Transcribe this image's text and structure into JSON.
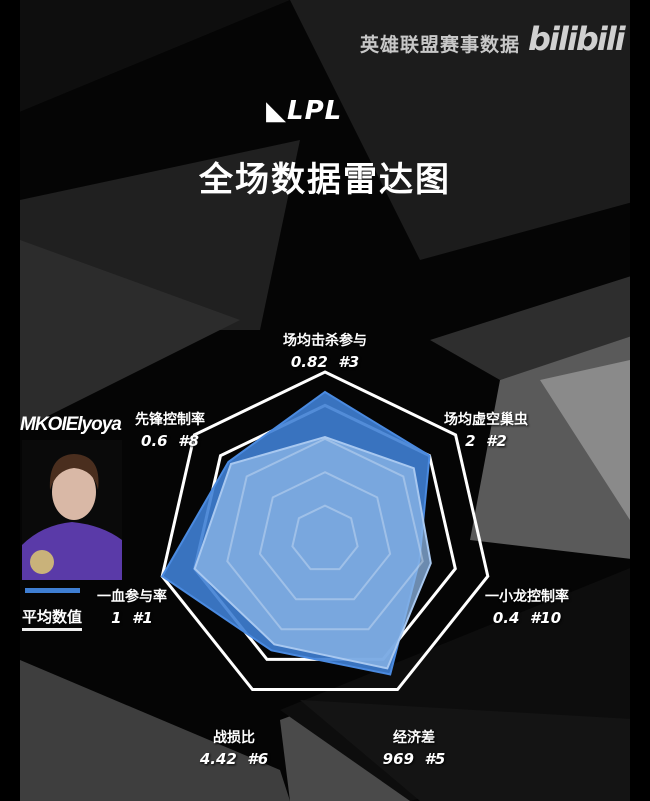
{
  "header": {
    "source": "英雄联盟赛事数据",
    "brand": "bilibili"
  },
  "logo": "LPL",
  "title": "全场数据雷达图",
  "player": {
    "name": "MKOIElyoya"
  },
  "legend": {
    "average_label": "平均数值"
  },
  "colors": {
    "player": "#3f7fd4",
    "average": "#8fb8e8",
    "grid": "#ffffff"
  },
  "chart_data": {
    "type": "radar",
    "title": "全场数据雷达图",
    "range": [
      0,
      1
    ],
    "axes": [
      {
        "label": "场均击杀参与",
        "value": "0.82",
        "rank": "#3"
      },
      {
        "label": "场均虚空巢虫",
        "value": "2",
        "rank": "#2"
      },
      {
        "label": "一小龙控制率",
        "value": "0.4",
        "rank": "#10"
      },
      {
        "label": "经济差",
        "value": "969",
        "rank": "#5"
      },
      {
        "label": "战损比",
        "value": "4.42",
        "rank": "#6"
      },
      {
        "label": "一血参与率",
        "value": "1",
        "rank": "#1"
      },
      {
        "label": "先锋控制率",
        "value": "0.6",
        "rank": "#8"
      }
    ],
    "series": [
      {
        "name": "MKOIElyoya",
        "normalized": [
          0.88,
          0.8,
          0.58,
          0.9,
          0.74,
          1.0,
          0.74
        ]
      },
      {
        "name": "平均数值",
        "normalized": [
          0.61,
          0.68,
          0.65,
          0.86,
          0.7,
          0.8,
          0.72
        ]
      }
    ]
  }
}
